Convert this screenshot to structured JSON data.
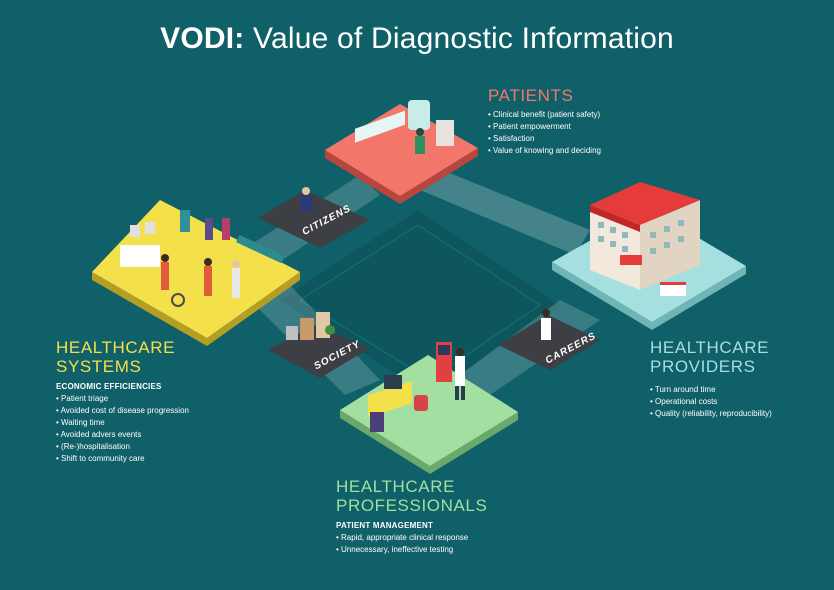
{
  "title": {
    "bold": "VODI:",
    "rest": " Value of Diagnostic Information"
  },
  "patients": {
    "heading": "PATIENTS",
    "items": [
      "Clinical benefit (patient safety)",
      "Patient empowerment",
      "Satisfaction",
      "Value of knowing and deciding"
    ]
  },
  "systems": {
    "heading_line1": "HEALTHCARE",
    "heading_line2": "SYSTEMS",
    "subhead": "ECONOMIC EFFICIENCIES",
    "items": [
      "Patient triage",
      "Avoided cost of disease progression",
      "Waiting time",
      "Avoided advers events",
      "(Re-)hospitalisation",
      "Shift to community care"
    ]
  },
  "providers": {
    "heading_line1": "HEALTHCARE",
    "heading_line2": "PROVIDERS",
    "items": [
      "Turn around time",
      "Operational costs",
      "Quality (reliability, reproducibility)"
    ]
  },
  "professionals": {
    "heading_line1": "HEALTHCARE",
    "heading_line2": "PROFESSIONALS",
    "subhead": "PATIENT MANAGEMENT",
    "items": [
      "Rapid, appropriate clinical response",
      "Unnecessary, ineffective testing"
    ]
  },
  "path_labels": {
    "citizens": "CITIZENS",
    "society": "SOCIETY",
    "careers": "CAREERS"
  },
  "colors": {
    "background": "#0f6068",
    "patients": "#f2776a",
    "systems": "#f4e04a",
    "providers": "#a5dfe0",
    "professionals": "#a2dfa1",
    "connector": "#3d3f44"
  }
}
